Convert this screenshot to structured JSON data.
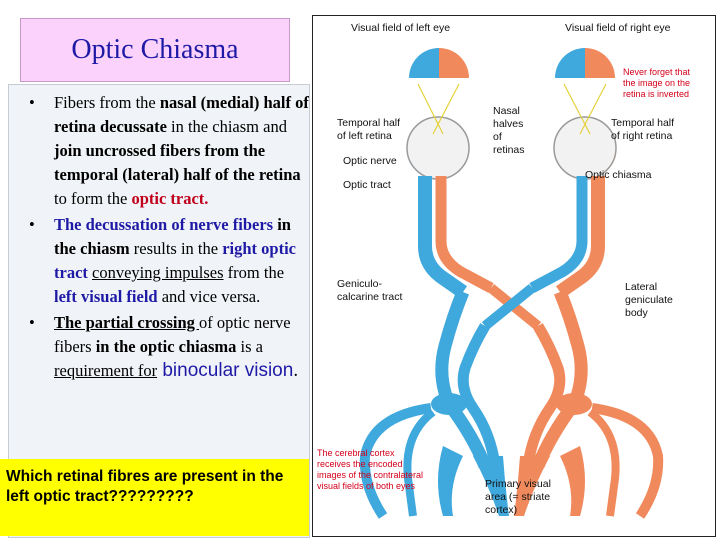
{
  "title": "Optic Chiasma",
  "bullet1": {
    "a": "Fibers from the ",
    "b": "nasal (medial) half of retina decussate",
    "c": " in the chiasm and ",
    "d": "join uncrossed fibers from the temporal (lateral) half of the retina",
    "e": " to form the ",
    "f": "optic tract."
  },
  "bullet2": {
    "a": "The decussation of nerve fibers",
    "b": " in the chiasm",
    "c": " results in the ",
    "d": "right  optic tract",
    "e": " ",
    "f": "conveying impulses",
    "g": " from the ",
    "h": "left visual field",
    "i": " and vice versa."
  },
  "bullet3": {
    "a": "The partial crossing ",
    "b": "of optic nerve fibers ",
    "c": "in the optic chiasma",
    "d": " is a ",
    "e": "requirement for",
    "f": " binocular vision",
    "g": "."
  },
  "question": "Which retinal fibres are present in the left optic tract?????????",
  "diagram": {
    "label_left_field": "Visual field of left eye",
    "label_right_field": "Visual field of right eye",
    "label_temporal_left": [
      "Temporal half",
      "of left retina"
    ],
    "label_nasal": [
      "Nasal",
      "halves",
      "of",
      "retinas"
    ],
    "label_temporal_right": [
      "Temporal half",
      "of right retina"
    ],
    "label_optic_nerve": "Optic nerve",
    "label_optic_tract": "Optic tract",
    "label_optic_chiasma": "Optic chiasma",
    "label_geniculo": [
      "Geniculo-",
      "calcarine tract"
    ],
    "label_lgb": [
      "Lateral",
      "geniculate",
      "body"
    ],
    "label_primary": [
      "Primary visual",
      "area (= striate",
      "cortex)"
    ],
    "note_inverted": [
      "Never forget that",
      "the image on the",
      "retina is inverted"
    ],
    "note_cortex": [
      "The cerebral cortex",
      "receives the encoded",
      "images of the contralateral",
      "visual fields of both eyes"
    ],
    "colors": {
      "orange": "#f08a5d",
      "blue": "#3fa8dc",
      "title_bg": "#fbd2fb",
      "question_bg": "#ffff00",
      "highlight_red": "#c0001b"
    }
  }
}
